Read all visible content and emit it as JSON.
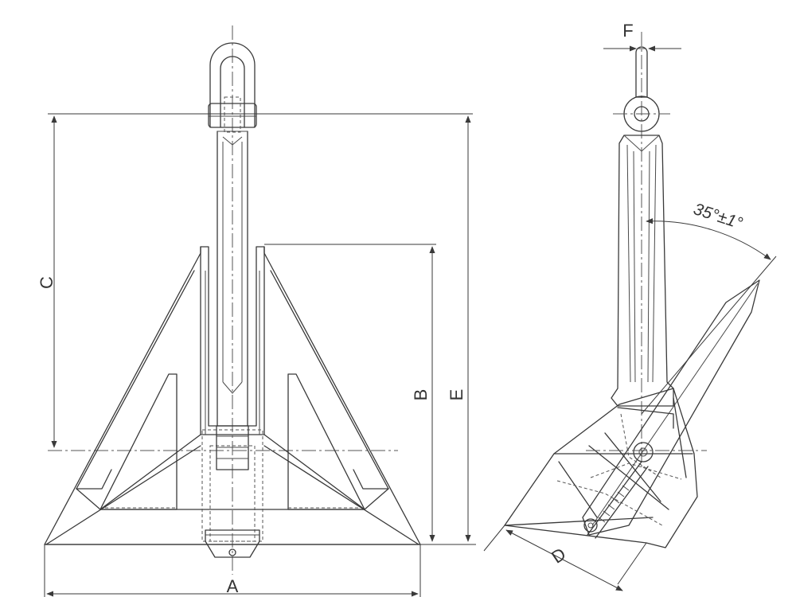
{
  "labels": {
    "a": "A",
    "b": "B",
    "c": "C",
    "d": "D",
    "e": "E",
    "f": "F",
    "angle": "35°±1°"
  },
  "colors": {
    "line": "#3a3a3a",
    "background": "#ffffff"
  }
}
